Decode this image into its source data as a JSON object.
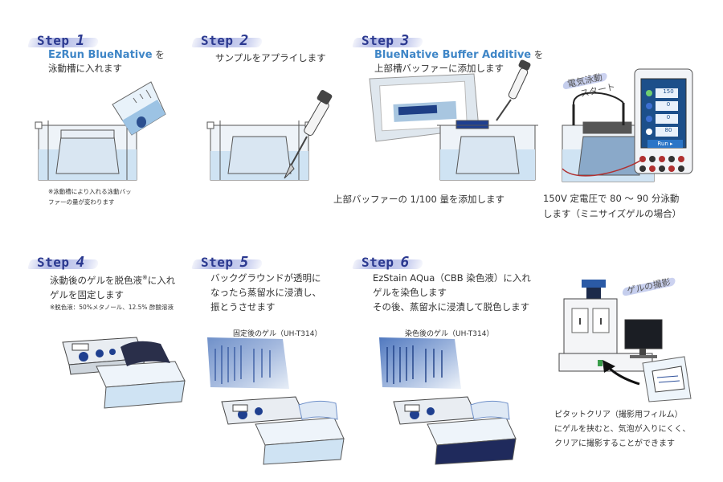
{
  "steps": [
    {
      "label": "Step",
      "num": "1"
    },
    {
      "label": "Step",
      "num": "2"
    },
    {
      "label": "Step",
      "num": "3"
    },
    {
      "label": "Step",
      "num": "4"
    },
    {
      "label": "Step",
      "num": "5"
    },
    {
      "label": "Step",
      "num": "6"
    }
  ],
  "step1": {
    "product": "EzRun BlueNative",
    "tail": "を",
    "line2": "泳動槽に入れます",
    "note1": "※泳動槽により入れる泳動バッ",
    "note2": "ファーの量が変わります"
  },
  "step2": {
    "line1": "サンプルをアプライします"
  },
  "step3": {
    "product": "BlueNative Buffer Additive",
    "tail": "を",
    "line2": "上部槽バッファーに添加します",
    "caption": "上部バッファーの 1/100 量を添加します"
  },
  "electro": {
    "tag1": "電気泳動",
    "tag2": "スタート",
    "caption1": "150V 定電圧で 80 ～ 90 分泳動",
    "caption2": "します（ミニサイズゲルの場合）",
    "screen": {
      "row1": "150",
      "row2": "0",
      "row3": "0",
      "row4": "80",
      "run": "Run ▸"
    }
  },
  "step4": {
    "line1": "泳動後のゲルを脱色液",
    "sup": "※",
    "line1b": "に入れ",
    "line2": "ゲルを固定します",
    "note": "※脱色液：50%メタノール、12.5% 酢酸溶液"
  },
  "step5": {
    "line1": "バックグラウンドが透明に",
    "line2": "なったら蒸留水に浸漬し、",
    "line3": "振とうさせます",
    "gel_label": "固定後のゲル（UH-T314）"
  },
  "step6": {
    "line1": "EzStain AQua（CBB 染色液）に入れ",
    "line2": "ゲルを染色します",
    "line3": "その後、蒸留水に浸漬して脱色します",
    "gel_label": "染色後のゲル（UH-T314）"
  },
  "imaging": {
    "tag": "ゲルの撮影",
    "caption1": "ピタットクリア（撮影用フィルム）",
    "caption2": "にゲルを挟むと、気泡が入りにくく、",
    "caption3": "クリアに撮影することができます"
  },
  "colors": {
    "accent": "#3f86c7",
    "step_text": "#2b3990",
    "stain": "#1f3f8f",
    "buffer": "#cfe3f3"
  }
}
